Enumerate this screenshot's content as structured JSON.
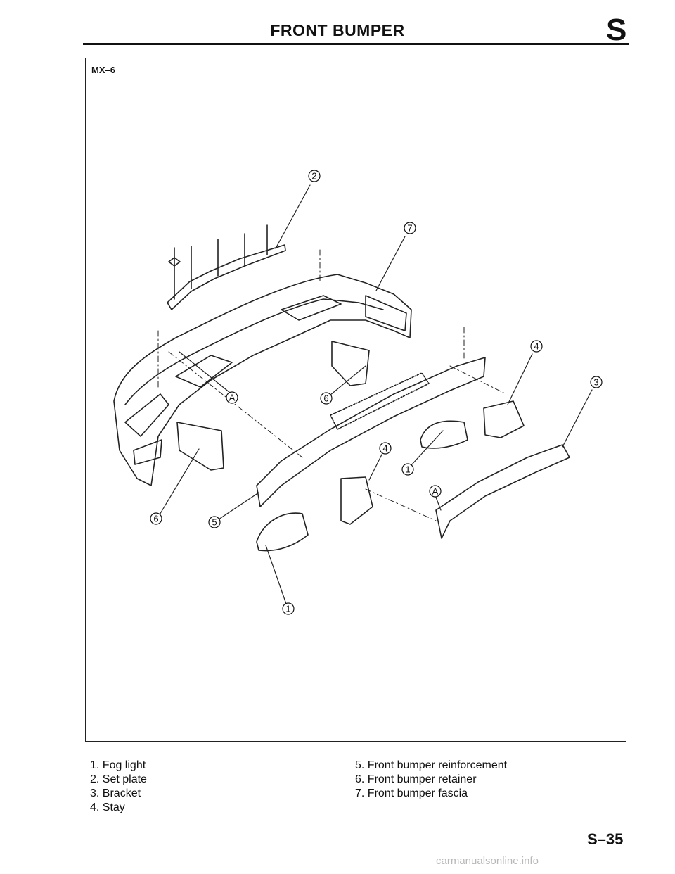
{
  "header": {
    "title": "FRONT BUMPER",
    "section": "S"
  },
  "figure": {
    "model": "MX–6",
    "callouts": [
      "2",
      "7",
      "4",
      "3",
      "A",
      "6",
      "4",
      "1",
      "A",
      "6",
      "5",
      "1"
    ]
  },
  "legend": {
    "left": [
      "1.  Fog light",
      "2.  Set plate",
      "3.  Bracket",
      "4.  Stay"
    ],
    "right": [
      "5.  Front bumper reinforcement",
      "6.  Front bumper retainer",
      "7.  Front bumper fascia"
    ]
  },
  "footer": {
    "page": "S–35",
    "watermark": "carmanualsonline.info"
  }
}
